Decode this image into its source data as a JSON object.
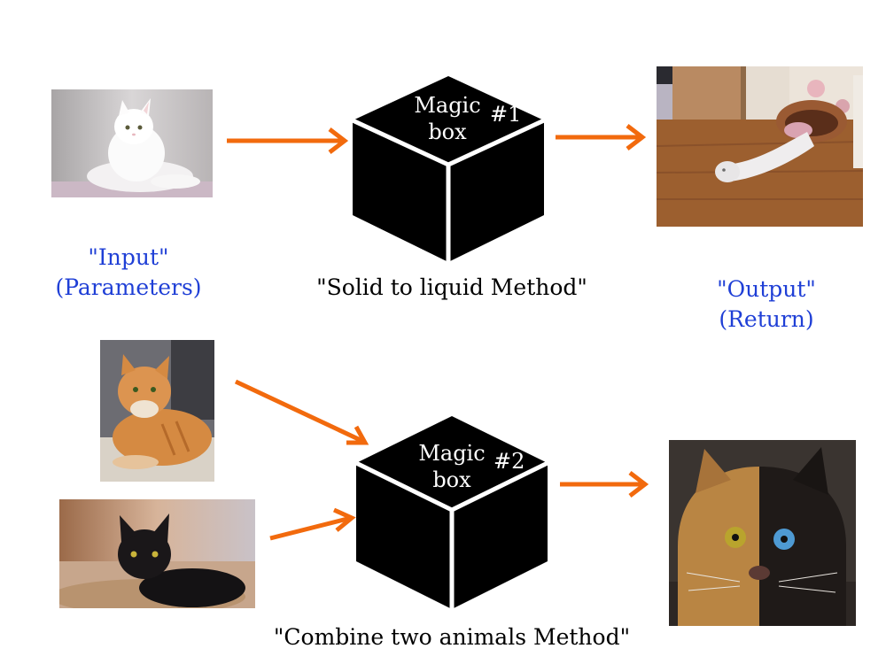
{
  "row1": {
    "box": {
      "title": "Magic\nbox",
      "number": "#1"
    },
    "method_label": "\"Solid to liquid Method\""
  },
  "row2": {
    "box": {
      "title": "Magic\nbox",
      "number": "#2"
    },
    "method_label": "\"Combine two animals Method\""
  },
  "input_label": {
    "line1": "\"Input\"",
    "line2": "(Parameters)"
  },
  "output_label": {
    "line1": "\"Output\"",
    "line2": "(Return)"
  },
  "colors": {
    "arrow": "#f26a0d",
    "label_blue": "#1f3fd6",
    "box": "#000000"
  }
}
